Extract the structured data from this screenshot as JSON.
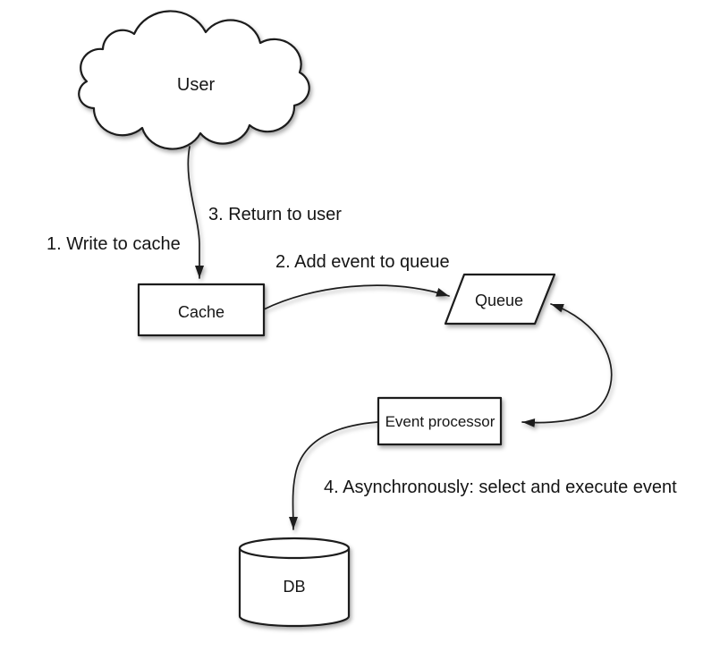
{
  "diagram": {
    "background_color": "#ffffff",
    "stroke_color": "#1d1d1d",
    "text_color": "#161616",
    "nodes": {
      "user": {
        "label": "User",
        "shape": "cloud"
      },
      "cache": {
        "label": "Cache",
        "shape": "rectangle"
      },
      "queue": {
        "label": "Queue",
        "shape": "parallelogram"
      },
      "event_processor": {
        "label": "Event processor",
        "shape": "rectangle"
      },
      "db": {
        "label": "DB",
        "shape": "cylinder"
      }
    },
    "labels": {
      "step1": "1. Write to cache",
      "step2": "2. Add event to queue",
      "step3": "3. Return to user",
      "step4": "4. Asynchronously: select and execute event"
    },
    "edges": [
      {
        "from": "user",
        "to": "cache",
        "arrow": "single",
        "labels": [
          "1. Write to cache",
          "3. Return to user"
        ]
      },
      {
        "from": "cache",
        "to": "queue",
        "arrow": "single",
        "labels": [
          "2. Add event to queue"
        ]
      },
      {
        "from": "queue",
        "to": "event_processor",
        "arrow": "double",
        "labels": []
      },
      {
        "from": "event_processor",
        "to": "db",
        "arrow": "single",
        "labels": [
          "4. Asynchronously: select and execute event"
        ]
      }
    ]
  }
}
